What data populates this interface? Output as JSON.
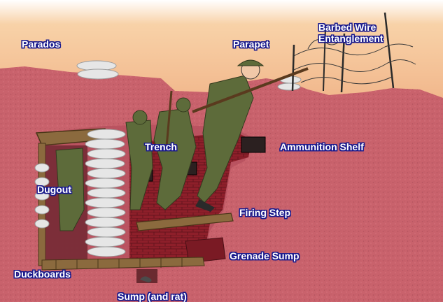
{
  "labels": {
    "parados": "Parados",
    "parapet": "Parapet",
    "barbed_wire_line1": "Barbed Wire",
    "barbed_wire_line2": "Entanglement",
    "trench": "Trench",
    "ammunition_shelf": "Ammunition Shelf",
    "dugout": "Dugout",
    "firing_step": "Firing Step",
    "grenade_sump": "Grenade Sump",
    "duckboards": "Duckboards",
    "sump": "Sump (and rat)"
  },
  "colors": {
    "label_text": "#ffffff",
    "label_outline": "#1a1a8c",
    "sky_top": "#ffffff",
    "sky_mid": "#f3b87f",
    "sky_bottom": "#a8707a",
    "earth": "#c9626c",
    "earth_dark": "#a34a56",
    "brick": "#8e1f2a",
    "uniform": "#5d6b3a",
    "wood": "#8b6a3e",
    "sandbag": "#e4e4e4"
  }
}
